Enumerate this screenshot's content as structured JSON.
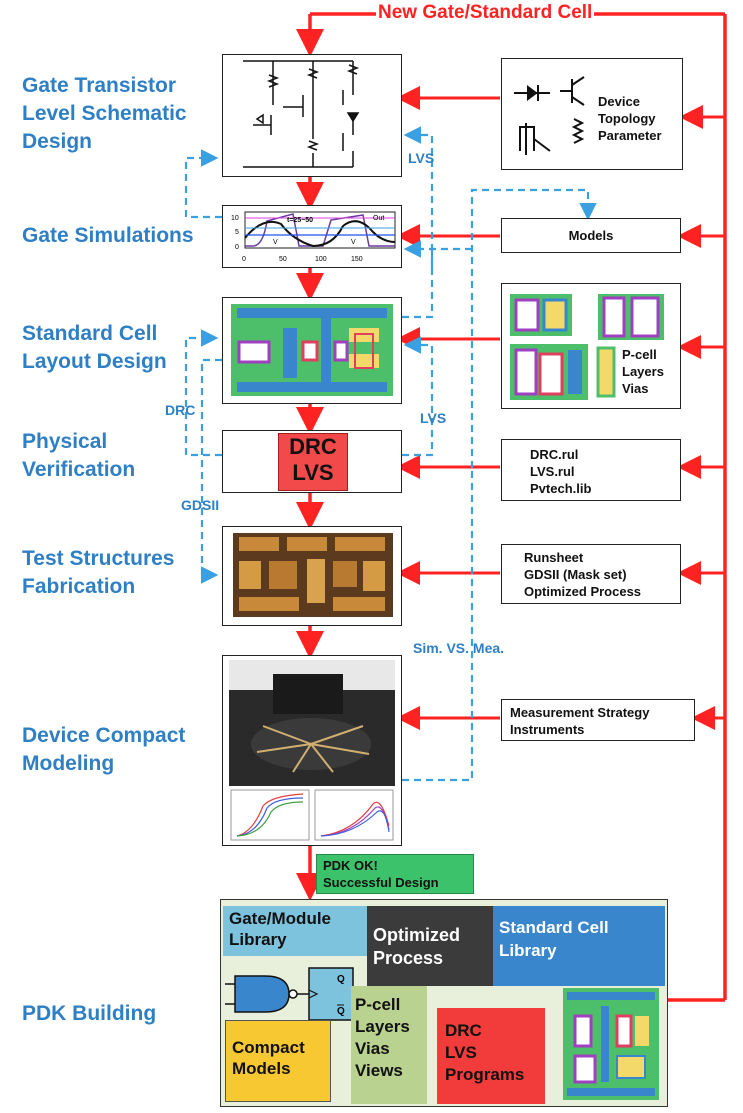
{
  "top_label": "New Gate/Standard Cell",
  "steps": {
    "schematic": "Gate Transistor\nLevel Schematic\nDesign",
    "simulation": "Gate Simulations",
    "layout": "Standard Cell\nLayout Design",
    "verification": "Physical\nVerification",
    "fabrication": "Test Structures\nFabrication",
    "modeling": "Device Compact\nModeling",
    "pdk": "PDK Building"
  },
  "inputs": {
    "device": [
      "Device",
      "Topology",
      "Parameter"
    ],
    "models": "Models",
    "pcell": [
      "P-cell",
      "Layers",
      "Vias"
    ],
    "rules": [
      "DRC.rul",
      "LVS.rul",
      "Pvtech.lib"
    ],
    "fab": [
      "Runsheet",
      "GDSII (Mask set)",
      "Optimized Process"
    ],
    "measurement": [
      "Measurement Strategy",
      "Instruments"
    ]
  },
  "center": {
    "drc_lvs": [
      "DRC",
      "LVS"
    ],
    "sim_plot": {
      "annotation": "t=25~50",
      "out_label": "Out",
      "vp_label": "V",
      "vn_label": "V",
      "y_ticks": [
        "10",
        "5",
        "0"
      ],
      "x_ticks": [
        "0",
        "50",
        "100",
        "150"
      ]
    }
  },
  "flow_labels": {
    "lvs1": "LVS",
    "lvs2": "LVS",
    "drc": "DRC",
    "gdsii": "GDSII",
    "sim_vs_mea": "Sim. VS. Mea."
  },
  "pdk_ok": [
    "PDK OK!",
    "Successful Design"
  ],
  "pdk": {
    "gate_library": [
      "Gate/Module",
      "Library"
    ],
    "optimized_process": [
      "Optimized",
      "Process"
    ],
    "std_cell_library": [
      "Standard Cell",
      "Library"
    ],
    "pcell": [
      "P-cell",
      "Layers",
      "Vias",
      "Views"
    ],
    "drc_lvs": [
      "DRC",
      "LVS",
      "Programs"
    ],
    "compact_models": [
      "Compact",
      "Models"
    ],
    "ff_q": "Q",
    "ff_qbar": "Q"
  },
  "colors": {
    "red": "#ff2222",
    "blue": "#2f7fc4",
    "dashed": "#3aa0e0",
    "pdk_ok": "#3cc26a",
    "pdk_bg": "#e8f0dc",
    "gate_lib": "#7ec3de",
    "opt_process": "#3b3b3b",
    "std_cell": "#3a86cc",
    "pcell": "#b9d28f",
    "drc_prog": "#f23b3b",
    "compact": "#f8c833"
  }
}
